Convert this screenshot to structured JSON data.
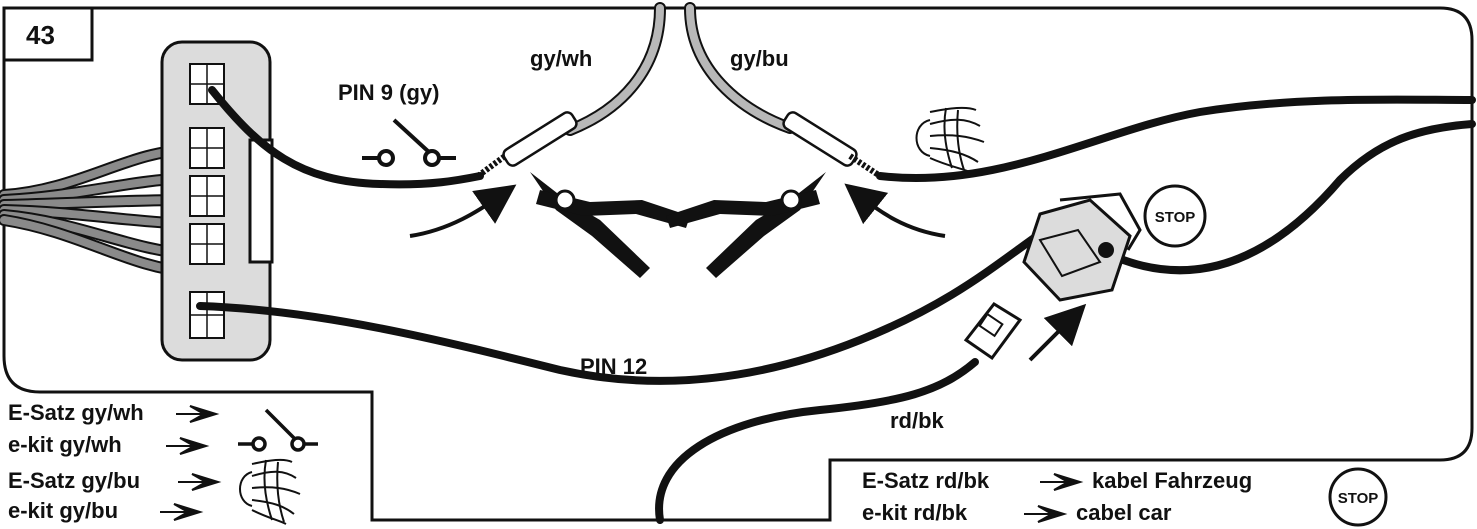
{
  "figure": {
    "step_number": "43",
    "labels": {
      "pin9": "PIN 9 (gy)",
      "pin12": "PIN 12",
      "wire_gy_wh": "gy/wh",
      "wire_gy_bu": "gy/bu",
      "wire_rd_bk": "rd/bk"
    },
    "stop_symbol": "STOP"
  },
  "legend_left": {
    "rows": [
      {
        "text": "E-Satz gy/wh",
        "symbol": "switch-icon"
      },
      {
        "text": "e-kit gy/wh",
        "symbol": "switch-icon"
      },
      {
        "text": "E-Satz gy/bu",
        "symbol": "lamp-icon"
      },
      {
        "text": "e-kit gy/bu",
        "symbol": "lamp-icon"
      }
    ]
  },
  "legend_right": {
    "rows": [
      {
        "prefix": "E-Satz rd/bk",
        "suffix": "kabel Fahrzeug"
      },
      {
        "prefix": "e-kit rd/bk",
        "suffix": "cabel car"
      }
    ],
    "symbol": "STOP"
  },
  "colors": {
    "line": "#111111",
    "connector_fill": "#dcdcdc",
    "wire_grey": "#8a8a8a",
    "wire_grey_light": "#b8b8b8"
  }
}
